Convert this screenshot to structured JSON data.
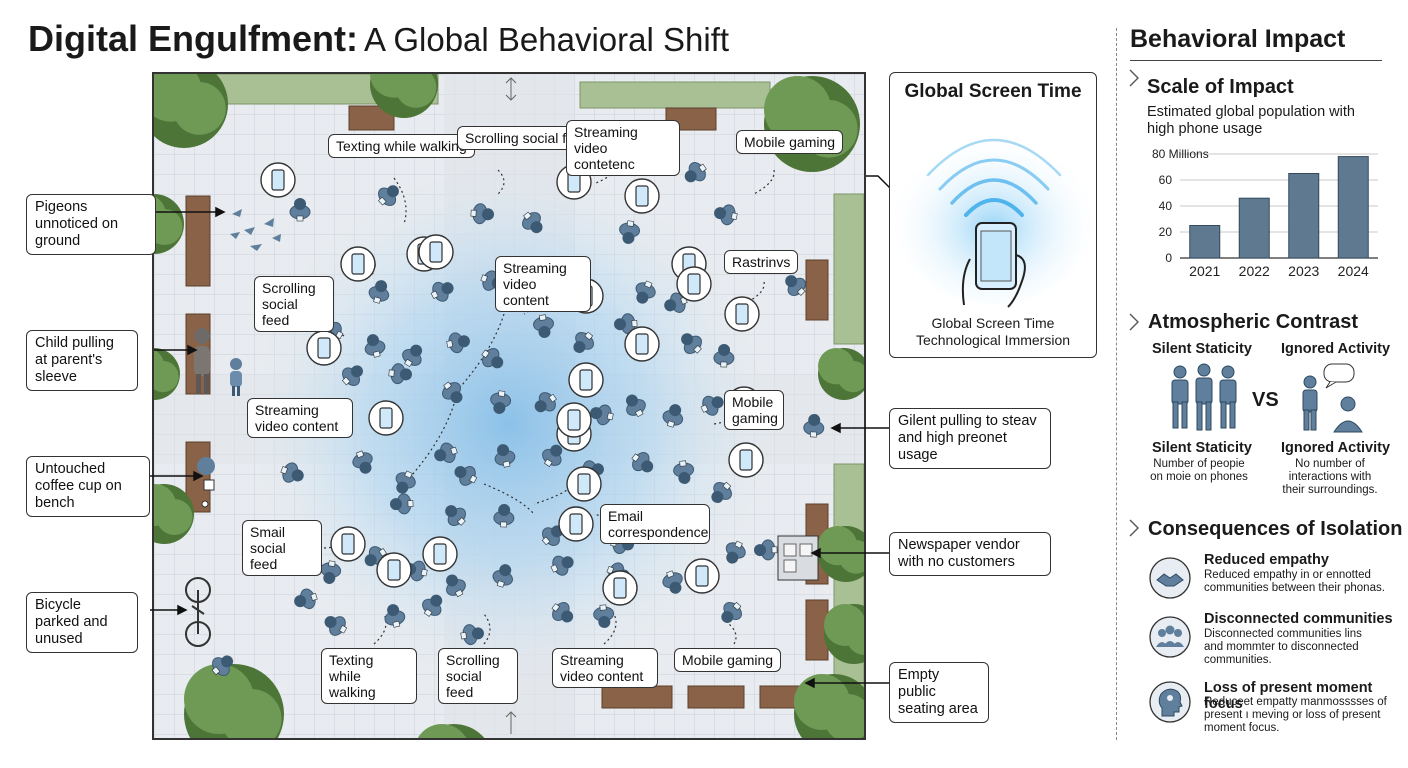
{
  "header": {
    "title_bold": "Digital Engulfment:",
    "title_rest": "A Global Behavioral Shift"
  },
  "plaza": {
    "labels": [
      {
        "id": "texting-1",
        "text": "Texting while walking"
      },
      {
        "id": "scrolling-1",
        "text": "Scrolling social feed"
      },
      {
        "id": "streaming-1",
        "text": "Streaming video contetenc"
      },
      {
        "id": "gaming-1",
        "text": "Mobile gaming"
      },
      {
        "id": "scrolling-2",
        "text": "Scrolling social feed"
      },
      {
        "id": "streaming-2",
        "text": "Streaming video content"
      },
      {
        "id": "rastrinvs",
        "text": "Rastrinvs"
      },
      {
        "id": "streaming-3",
        "text": "Streaming video content"
      },
      {
        "id": "gaming-2",
        "text": "Mobile gaming"
      },
      {
        "id": "smail",
        "text": "Smail social feed"
      },
      {
        "id": "email",
        "text": "Email correspondence"
      },
      {
        "id": "texting-2",
        "text": "Texting while walking"
      },
      {
        "id": "scrolling-3",
        "text": "Scrolling social feed"
      },
      {
        "id": "streaming-4",
        "text": "Streaming video content"
      },
      {
        "id": "gaming-3",
        "text": "Mobile gaming"
      }
    ]
  },
  "left_callouts": [
    {
      "id": "pigeons",
      "text": "Pigeons unnoticed on ground"
    },
    {
      "id": "child",
      "text": "Child pulling at parent's sleeve"
    },
    {
      "id": "coffee",
      "text": "Untouched coffee cup on bench"
    },
    {
      "id": "bicycle",
      "text": "Bicycle parked and unused"
    }
  ],
  "right_callouts": [
    {
      "id": "gilent",
      "text": "Gilent pulling to steav and high preonet usage"
    },
    {
      "id": "vendor",
      "text": "Newspaper vendor with no customers"
    },
    {
      "id": "seating",
      "text": "Empty public seating area"
    }
  ],
  "screen_time": {
    "title": "Global Screen Time",
    "caption_1": "Global Screen Time",
    "caption_2": "Technological Immersion"
  },
  "impact": {
    "heading": "Behavioral Impact",
    "scale_heading": "Scale of Impact",
    "scale_desc_1": "Estimated global population with",
    "scale_desc_2": "high phone usage",
    "contrast_heading": "Atmospheric Contrast",
    "contrast": {
      "left_title": "Silent Staticity",
      "right_title": "Ignored Activity",
      "vs": "VS",
      "left_title_2": "Silent Staticity",
      "left_desc_1": "Number of peopie",
      "left_desc_2": "on moie on phones",
      "right_title_2": "Ignored Activity",
      "right_desc_1": "No number of",
      "right_desc_2": "interactions with",
      "right_desc_3": "their surroundings."
    },
    "consequences_heading": "Consequences of Isolation",
    "consequences": [
      {
        "icon": "handshake-icon",
        "title": "Reduced empathy",
        "desc_1": "Reduced empathy in or ennotted",
        "desc_2": "communities between their phonas.",
        "desc_3": ""
      },
      {
        "icon": "group-icon",
        "title": "Disconnected communities",
        "desc_1": "Disconnected communities lins",
        "desc_2": "and mommter to disconnected",
        "desc_3": "communities."
      },
      {
        "icon": "head-icon",
        "title": "Loss of present moment focus",
        "desc_1": "Reduceet empatty manmosssses of",
        "desc_2": "present ı meving or loss of present",
        "desc_3": "moment focus."
      }
    ]
  },
  "chart_data": {
    "type": "bar",
    "title": "",
    "categories": [
      "2021",
      "2022",
      "2023",
      "2024"
    ],
    "values": [
      25,
      46,
      65,
      78
    ],
    "y_unit_label": "Millions",
    "ylim": [
      0,
      80
    ],
    "y_ticks": [
      0,
      20,
      40,
      60,
      80
    ],
    "grid": true,
    "bar_color": "#5f7a90"
  },
  "colors": {
    "person": "#5f7f9c",
    "person_dark": "#3d5a74",
    "glow": "#8fc6ee",
    "tree": "#6e9a55",
    "tree_dark": "#4d7538",
    "bench": "#8a6248",
    "grass": "#a9bf94"
  }
}
